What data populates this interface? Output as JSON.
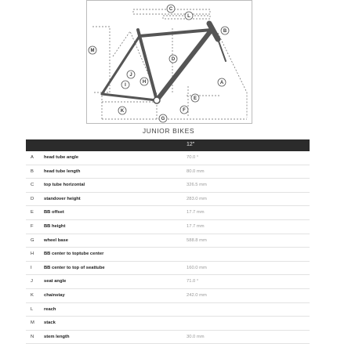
{
  "title": "JUNIOR BIKES",
  "header": {
    "size": "12\""
  },
  "diagram": {
    "letters": [
      "A",
      "B",
      "C",
      "D",
      "E",
      "F",
      "G",
      "H",
      "I",
      "J",
      "K",
      "L",
      "M",
      "N"
    ],
    "colors": {
      "frame": "#555555",
      "dash": "#555555",
      "label_bg": "#ffffff"
    }
  },
  "rows": [
    {
      "code": "A",
      "name": "head tube angle",
      "value": "70.0 °"
    },
    {
      "code": "B",
      "name": "head tube length",
      "value": "80.0 mm"
    },
    {
      "code": "C",
      "name": "top tube horizontal",
      "value": "326.5 mm"
    },
    {
      "code": "D",
      "name": "standover height",
      "value": "283.0 mm"
    },
    {
      "code": "E",
      "name": "BB offset",
      "value": "17.7 mm"
    },
    {
      "code": "F",
      "name": "BB height",
      "value": "17.7 mm"
    },
    {
      "code": "G",
      "name": "wheel base",
      "value": "588.8 mm"
    },
    {
      "code": "H",
      "name": "BB center to toptube center",
      "value": ""
    },
    {
      "code": "I",
      "name": "BB center to top of seattube",
      "value": "160.0 mm"
    },
    {
      "code": "J",
      "name": "seat angle",
      "value": "71.0 °"
    },
    {
      "code": "K",
      "name": "chainstay",
      "value": "242.0 mm"
    },
    {
      "code": "L",
      "name": "reach",
      "value": ""
    },
    {
      "code": "M",
      "name": "stack",
      "value": ""
    },
    {
      "code": "N",
      "name": "stem length",
      "value": "30.0 mm"
    }
  ]
}
